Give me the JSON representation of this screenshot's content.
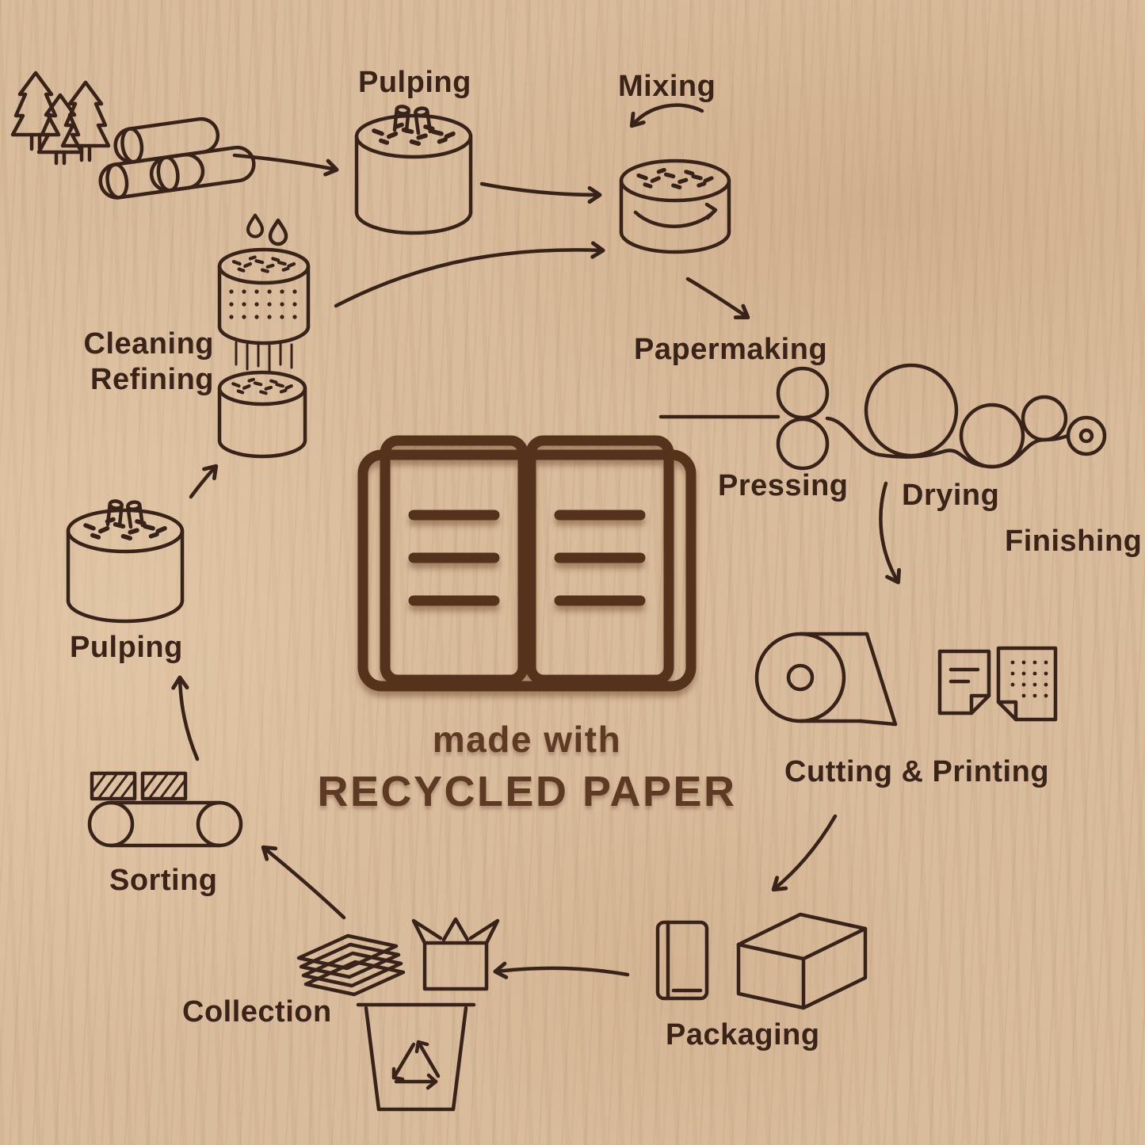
{
  "title": {
    "line1": "made with",
    "line2": "RECYCLED PAPER"
  },
  "labels": {
    "pulping_top": "Pulping",
    "mixing": "Mixing",
    "cleaning": "Cleaning",
    "refining": "Refining",
    "papermaking": "Papermaking",
    "pressing": "Pressing",
    "drying": "Drying",
    "finishing": "Finishing",
    "cutting_printing": "Cutting & Printing",
    "packaging": "Packaging",
    "collection": "Collection",
    "sorting": "Sorting",
    "pulping_left": "Pulping"
  },
  "colors": {
    "line_art": "#38231a",
    "accent_book_text": "#5e3a24",
    "background_wood": "#d9bc9c"
  },
  "icons": [
    "trees-icon",
    "logs-icon",
    "pulping-vat-icon",
    "mixing-vat-icon",
    "water-drops-icon",
    "cleaning-vat-icon",
    "refining-vat-icon",
    "papermaking-machine-icon",
    "paper-roll-icon",
    "printed-sheets-icon",
    "packaging-book-icon",
    "packaging-box-icon",
    "open-box-icon",
    "paper-stack-icon",
    "recycle-bin-icon",
    "conveyor-sorting-icon",
    "open-book-icon"
  ]
}
